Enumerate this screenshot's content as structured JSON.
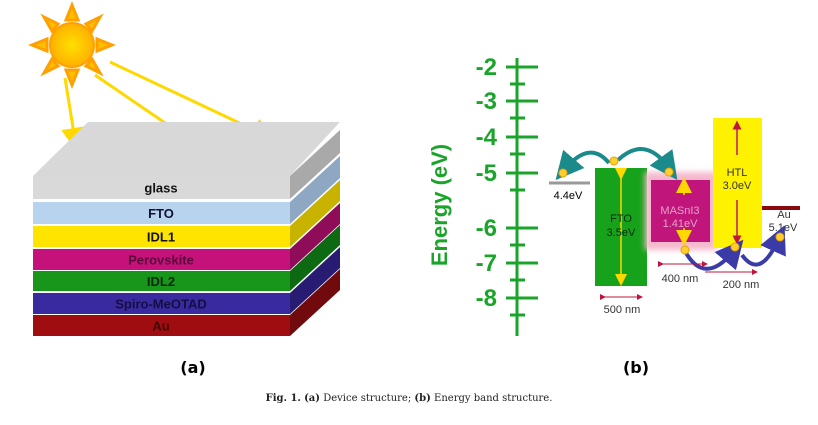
{
  "panel_a": {
    "label": "(a)",
    "layers": [
      {
        "name": "glass",
        "color": "#d9d9d9",
        "side": "#a9a9a9",
        "text": "#111111"
      },
      {
        "name": "FTO",
        "color": "#b8d3ee",
        "side": "#8ea8c4",
        "text": "#111133"
      },
      {
        "name": "IDL1",
        "color": "#ffe400",
        "side": "#c7b300",
        "text": "#111111"
      },
      {
        "name": "Perovskite",
        "color": "#c4127a",
        "side": "#8e0c58",
        "text": "#5a0a3a"
      },
      {
        "name": "IDL2",
        "color": "#17961b",
        "side": "#0e6a12",
        "text": "#0a2a0a"
      },
      {
        "name": "Spiro-MeOTAD",
        "color": "#3a2aa0",
        "side": "#271c72",
        "text": "#140f40"
      },
      {
        "name": "Au",
        "color": "#a00d10",
        "side": "#700a0c",
        "text": "#3a0505"
      }
    ]
  },
  "panel_b": {
    "label": "(b)",
    "axis_label": "Energy (eV)",
    "ticks": [
      "-2",
      "-3",
      "-4",
      "-5",
      "-6",
      "-7",
      "-8"
    ],
    "fto_work_function": "4.4eV",
    "fto_name": "FTO",
    "fto_gap": "3.5eV",
    "absorber_name": "MASnI3",
    "absorber_gap": "1.41eV",
    "htl_name": "HTL",
    "htl_gap": "3.0eV",
    "au_name": "Au",
    "au_work_function": "5.1eV",
    "thickness_fto": "500 nm",
    "thickness_absorber": "400 nm",
    "thickness_htl": "200 nm",
    "axis_color": "#1aa52a"
  },
  "caption": {
    "fig": "Fig. 1.",
    "part_a_label": "(a)",
    "part_a_text": "Device structure;",
    "part_b_label": "(b)",
    "part_b_text": "Energy band structure."
  }
}
